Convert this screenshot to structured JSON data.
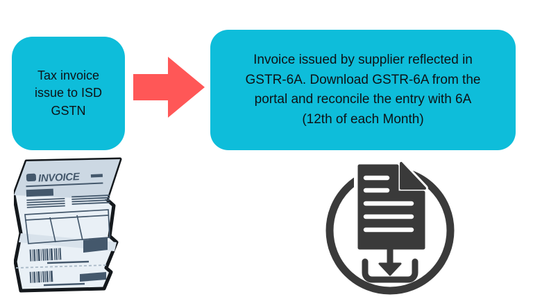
{
  "page": {
    "type": "flow-diagram",
    "background": "#ffffff"
  },
  "palette": {
    "box_cyan": "#0ebdda",
    "arrow_red": "#ff5757",
    "text_black": "#0d1216",
    "icon_gray": "#3a3a3a",
    "paper_light": "#e9f0f6",
    "paper_shade": "#ccd8e3",
    "paper_ink": "#44586c"
  },
  "steps": {
    "left_box": {
      "text": "Tax invoice\nissue to ISD\nGSTN"
    },
    "right_box": {
      "text": "Invoice issued by supplier reflected in\nGSTR-6A. Download GSTR-6A from the\nportal and reconcile the entry with 6A\n(12th of each Month)"
    }
  },
  "graphics": {
    "invoice_illustration": {
      "label": "INVOICE"
    },
    "download_illustration": {
      "name": "document-download"
    }
  }
}
